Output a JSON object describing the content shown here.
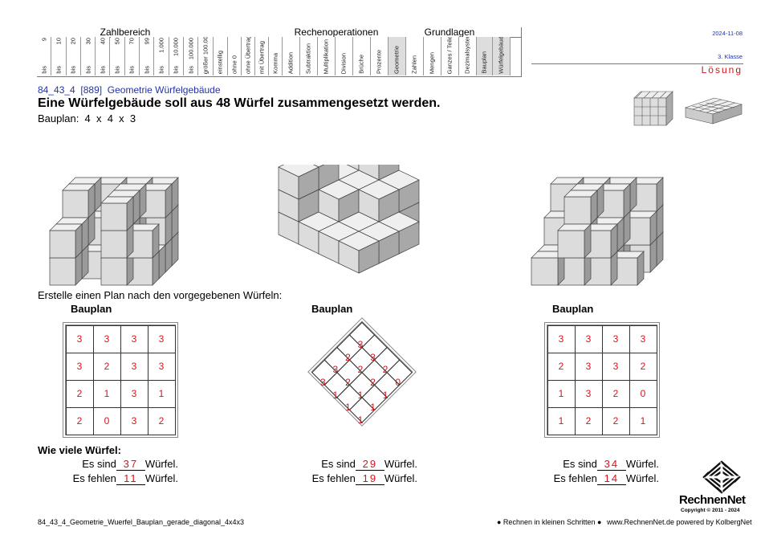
{
  "header": {
    "zahlbereich": "Zahlbereich",
    "rechen": "Rechenoperationen",
    "grundlagen": "Grundlagen",
    "zahl_top": [
      "9",
      "10",
      "20",
      "30",
      "40",
      "50",
      "70",
      "99",
      "1.000",
      "10.000",
      "100.000"
    ],
    "zahl_bis": [
      "bis",
      "bis",
      "bis",
      "bis",
      "bis",
      "bis",
      "bis",
      "bis",
      "bis",
      "bis",
      "bis",
      "größer 100.000"
    ],
    "einstellig": "einstellig",
    "typ": [
      "ohne 0",
      "ohne Übertrag",
      "mit Übertrag",
      "Komma"
    ],
    "ops": [
      "Addition",
      "Subtraktion",
      "Multiplikation",
      "Division",
      "Brüche",
      "Prozente"
    ],
    "geometrie": "Geometrie",
    "grund": [
      "Zahlen",
      "Mengen",
      "Ganzes / Teile",
      "Dezimalsystem"
    ],
    "bauplan": "Bauplan",
    "wuerfel": "Würfelgebäude",
    "date": "2024-11-08",
    "klasse": "3. Klasse",
    "loesung": "Lösung"
  },
  "task": {
    "code": "84_43_4",
    "num": "[889]",
    "topic": "Geometrie Würfelgebäude",
    "title": "Eine Würfelgebäude soll aus 48 Würfel zusammengesetzt werden.",
    "bauplan_line": "Bauplan:  4  x  4  x  3",
    "instruction": "Erstelle einen Plan nach den vorgegebenen Würfeln:",
    "plan_label": "Bauplan",
    "question": "Wie viele Würfel:",
    "es_sind": "Es sind",
    "es_fehlen": "Es fehlen",
    "wuerfel": "Würfel."
  },
  "plans": [
    {
      "grid": [
        [
          "3",
          "3",
          "3",
          "3"
        ],
        [
          "3",
          "2",
          "3",
          "3"
        ],
        [
          "2",
          "1",
          "3",
          "1"
        ],
        [
          "2",
          "0",
          "3",
          "2"
        ]
      ],
      "sind": "37",
      "fehlen": "11"
    },
    {
      "grid": [
        [
          "3",
          "3",
          "2",
          "0"
        ],
        [
          "2",
          "2",
          "2",
          "1"
        ],
        [
          "3",
          "2",
          "1",
          "1"
        ],
        [
          "3",
          "1",
          "1",
          "1"
        ]
      ],
      "sind": "29",
      "fehlen": "19"
    },
    {
      "grid": [
        [
          "3",
          "3",
          "3",
          "3"
        ],
        [
          "2",
          "3",
          "3",
          "2"
        ],
        [
          "1",
          "3",
          "2",
          "0"
        ],
        [
          "1",
          "2",
          "2",
          "1"
        ]
      ],
      "sind": "34",
      "fehlen": "14"
    }
  ],
  "footer": {
    "file": "84_43_4_Geometrie_Wuerfel_Bauplan_gerade_diagonal_4x4x3",
    "motto": "● Rechnen in kleinen Schritten ●",
    "site": "www.RechnenNet.de powered by KolbergNet",
    "brand": "RechnenNet",
    "copy": "Copyright © 2011 - 2024"
  }
}
